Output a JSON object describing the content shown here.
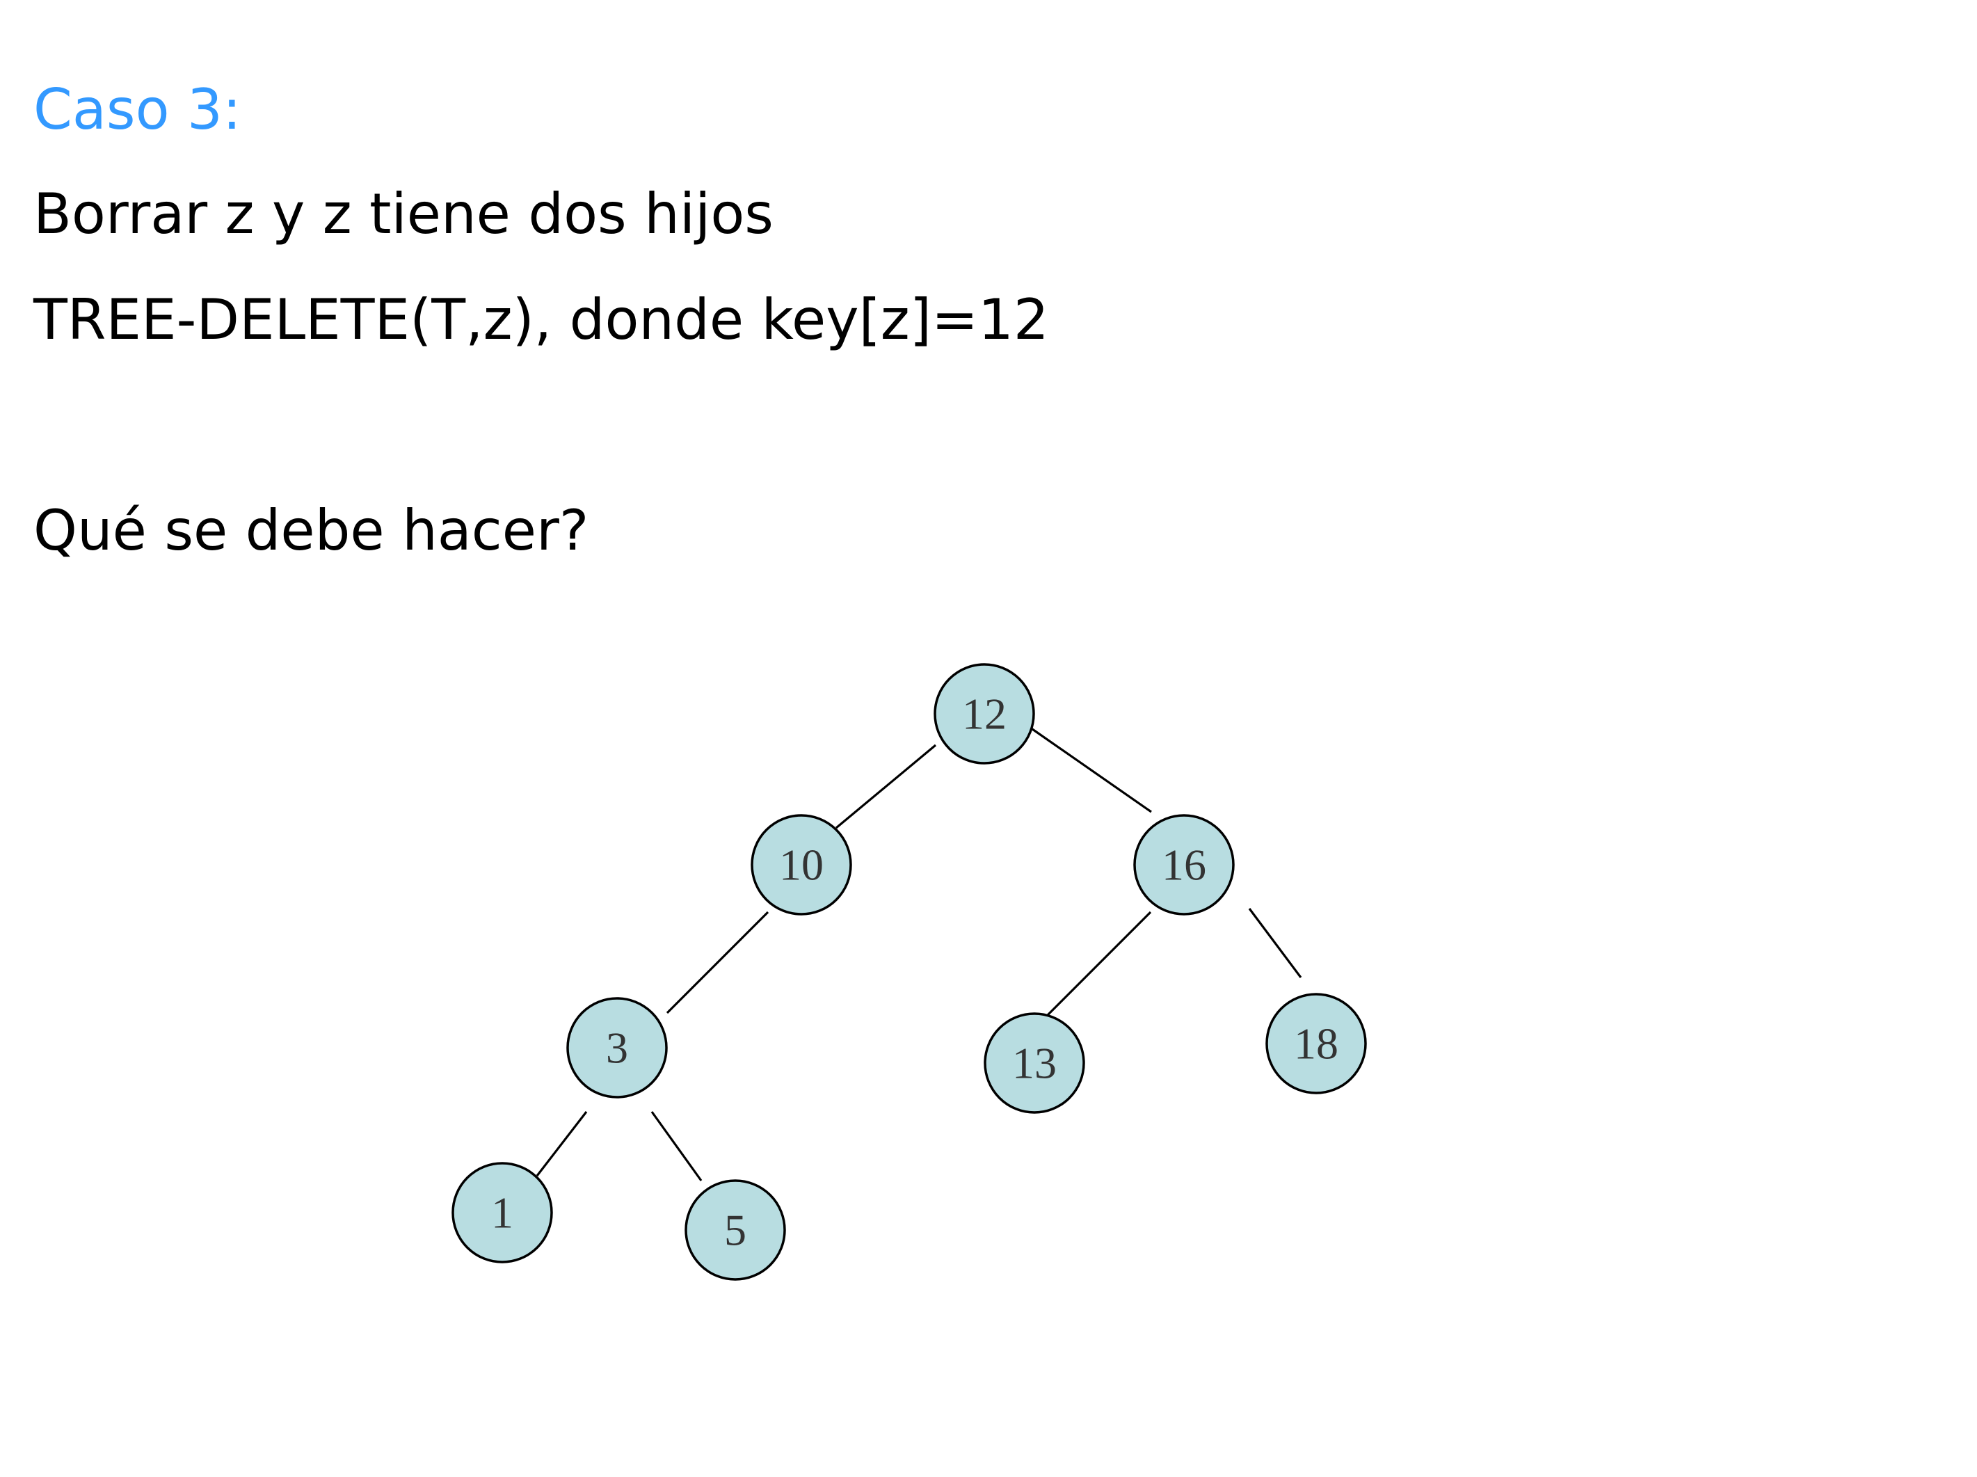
{
  "slide": {
    "heading": "Caso 3:",
    "line1": "Borrar z y z tiene dos hijos",
    "line2": "TREE-DELETE(T,z), donde key[z]=12",
    "line3": "Qué se debe hacer?"
  },
  "colors": {
    "heading": "#3399ff",
    "text": "#000000",
    "node_fill": "#b8dde1",
    "node_stroke": "#000000",
    "edge": "#000000"
  },
  "tree": {
    "nodes": [
      {
        "id": "n12",
        "key": "12"
      },
      {
        "id": "n10",
        "key": "10"
      },
      {
        "id": "n16",
        "key": "16"
      },
      {
        "id": "n3",
        "key": "3"
      },
      {
        "id": "n13",
        "key": "13"
      },
      {
        "id": "n18",
        "key": "18"
      },
      {
        "id": "n1",
        "key": "1"
      },
      {
        "id": "n5",
        "key": "5"
      }
    ],
    "edges": [
      {
        "from": "n12",
        "to": "n10"
      },
      {
        "from": "n12",
        "to": "n16"
      },
      {
        "from": "n10",
        "to": "n3"
      },
      {
        "from": "n16",
        "to": "n13"
      },
      {
        "from": "n16",
        "to": "n18"
      },
      {
        "from": "n3",
        "to": "n1"
      },
      {
        "from": "n3",
        "to": "n5"
      }
    ]
  }
}
